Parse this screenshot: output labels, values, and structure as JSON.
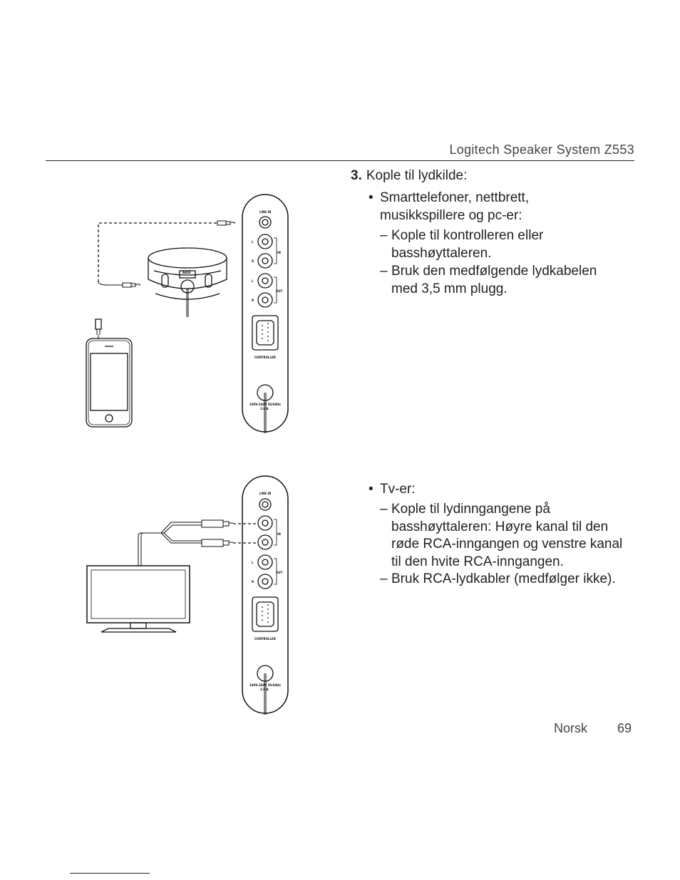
{
  "header": {
    "title": "Logitech Speaker System Z553"
  },
  "step": {
    "number": "3.",
    "title": "Kople til lydkilde:"
  },
  "section1": {
    "bullet": "•",
    "bullet_text": "Smarttelefoner, nettbrett, musikkspillere og pc-er:",
    "dash_mark": "–",
    "items": [
      "Kople til kontrolleren eller basshøyttaleren.",
      "Bruk den medfølgende lydkabelen med 3,5 mm plugg."
    ]
  },
  "section2": {
    "bullet": "•",
    "bullet_text": "Tv-er:",
    "dash_mark": "–",
    "items": [
      "Kople til lydinngangene på basshøyttaleren: Høyre kanal til den røde RCA-inngangen og venstre kanal til den hvite RCA-inngangen.",
      "Bruk RCA-lydkabler (medfølger ikke)."
    ]
  },
  "panel_labels": {
    "line_in": "LINE IN",
    "in": "IN",
    "out": "OUT",
    "left": "L",
    "right": "R",
    "controller": "CONTROLLER",
    "power_line1": "100V-240V  50/60Hz",
    "power_line2": "2.0 A",
    "bass": "BASS"
  },
  "footer": {
    "language": "Norsk",
    "page": "69"
  }
}
